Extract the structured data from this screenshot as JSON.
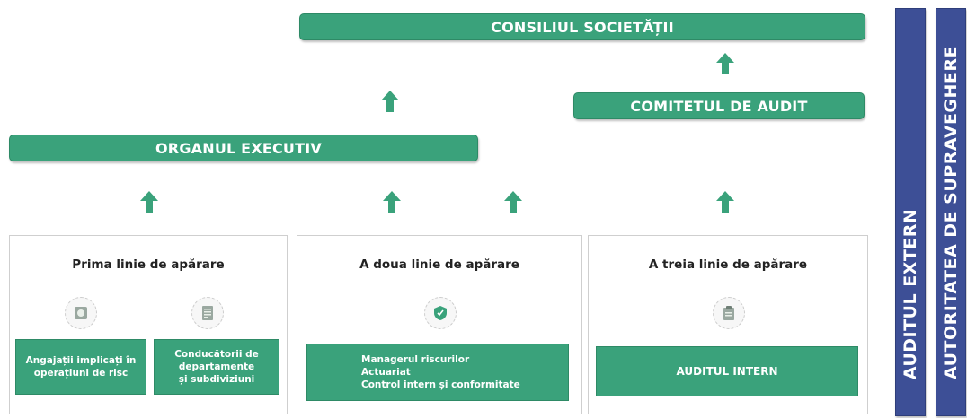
{
  "board": "CONSILIUL SOCIETĂȚII",
  "audit_committee": "COMITETUL DE AUDIT",
  "executive": "ORGANUL EXECUTIV",
  "lines": {
    "first": {
      "title": "Prima linie de apărare",
      "box1": [
        "Angajații implicați în",
        "operațiuni de risc"
      ],
      "box2": [
        "Conducătorii de",
        "departamente",
        "și subdiviziuni"
      ]
    },
    "second": {
      "title": "A doua linie de apărare",
      "box": [
        "Managerul riscurilor",
        "Actuariat",
        "Control intern și conformitate"
      ]
    },
    "third": {
      "title": "A treia linie de apărare",
      "box": "AUDITUL INTERN"
    }
  },
  "side": {
    "external_audit": "AUDITUL EXTERN",
    "supervisory_authority": "AUTORITATEA DE SUPRAVEGHERE"
  },
  "colors": {
    "green": "#3aa27b",
    "blue": "#3d4f96"
  }
}
